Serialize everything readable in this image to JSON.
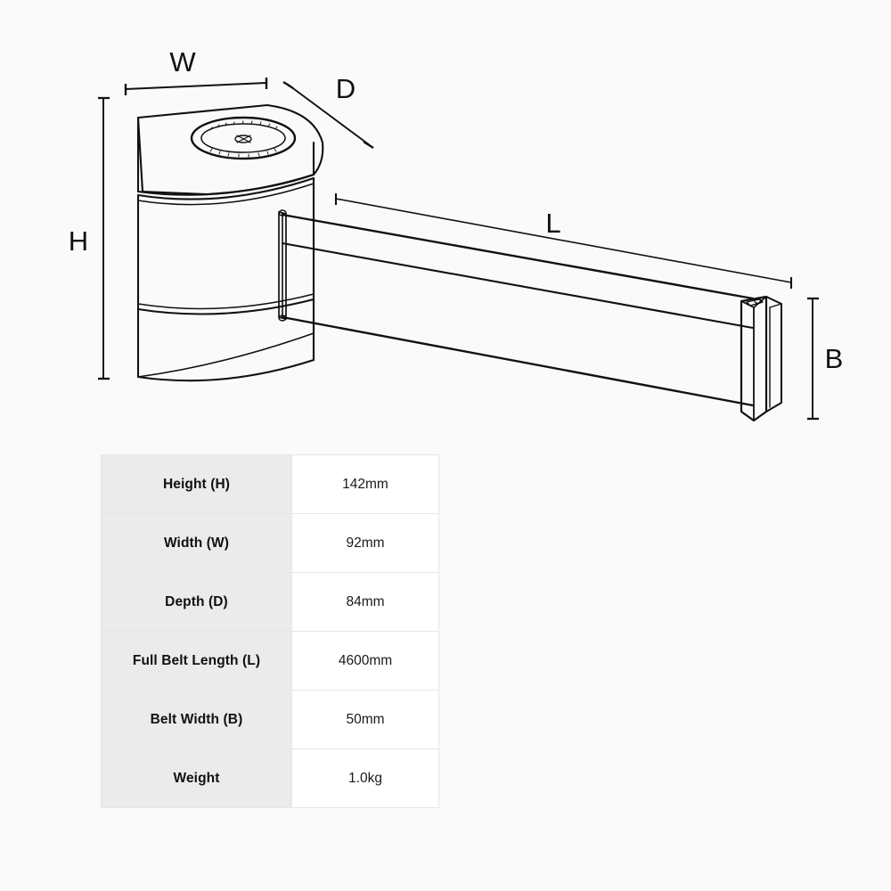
{
  "background_color": "#fafafa",
  "diagram": {
    "name": "retractable-belt-barrier-dimension-drawing",
    "line_color": "#111111",
    "dimension_labels": [
      {
        "key": "W",
        "text": "W",
        "meaning": "width"
      },
      {
        "key": "D",
        "text": "D",
        "meaning": "depth"
      },
      {
        "key": "H",
        "text": "H",
        "meaning": "height"
      },
      {
        "key": "L",
        "text": "L",
        "meaning": "full-belt-length"
      },
      {
        "key": "B",
        "text": "B",
        "meaning": "belt-width"
      }
    ]
  },
  "spec_table": {
    "rows": [
      {
        "label": "Height (H)",
        "value": "142mm"
      },
      {
        "label": "Width (W)",
        "value": "92mm"
      },
      {
        "label": "Depth (D)",
        "value": "84mm"
      },
      {
        "label": "Full Belt Length (L)",
        "value": "4600mm"
      },
      {
        "label": "Belt Width (B)",
        "value": "50mm"
      },
      {
        "label": "Weight",
        "value": "1.0kg"
      }
    ]
  }
}
